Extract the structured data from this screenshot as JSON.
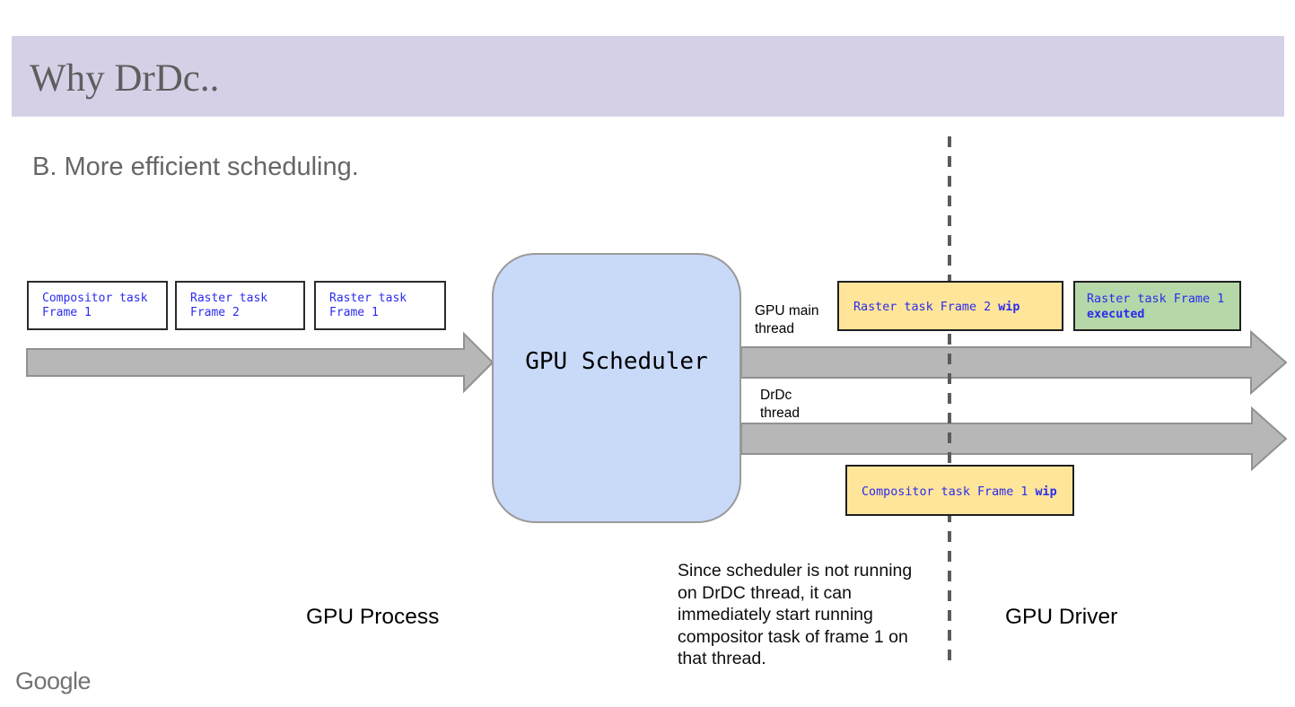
{
  "slide": {
    "title": "Why DrDc..",
    "subtitle": "B. More efficient scheduling.",
    "footer_logo": "Google"
  },
  "diagram": {
    "queue_boxes": [
      {
        "line1": "Compositor task",
        "line2": "Frame 1"
      },
      {
        "line1": "Raster task",
        "line2": "Frame 2"
      },
      {
        "line1": "Raster task",
        "line2": "Frame 1"
      }
    ],
    "scheduler_label": "GPU Scheduler",
    "threads": {
      "main": {
        "line1": "GPU main",
        "line2": "thread"
      },
      "drdc": {
        "line1": "DrDc",
        "line2": "thread"
      }
    },
    "tasks": {
      "raster2_wip": {
        "text": "Raster task Frame 2",
        "bold": "wip"
      },
      "raster1_executed": {
        "line1": "Raster task Frame 1",
        "bold": "executed"
      },
      "compositor1_wip": {
        "text": "Compositor task Frame 1",
        "bold": "wip"
      }
    },
    "regions": {
      "left": "GPU Process",
      "right": "GPU Driver"
    },
    "note": {
      "lines": [
        "Since scheduler is not running",
        "on DrDC thread, it can",
        "immediately start running",
        "compositor task of frame 1 on",
        "that thread."
      ]
    }
  },
  "colors": {
    "header_bar": "#d6d0e7",
    "title_text": "#5e5e5e",
    "scheduler_fill": "#c9daf8",
    "scheduler_border": "#9a9a9a",
    "task_text_blue": "#2b2bee",
    "wip_fill": "#ffe599",
    "executed_fill": "#b6d7a8",
    "arrow_fill": "#b7b7b7",
    "arrow_stroke": "#919191",
    "divider_line": "#5b5b5b"
  }
}
